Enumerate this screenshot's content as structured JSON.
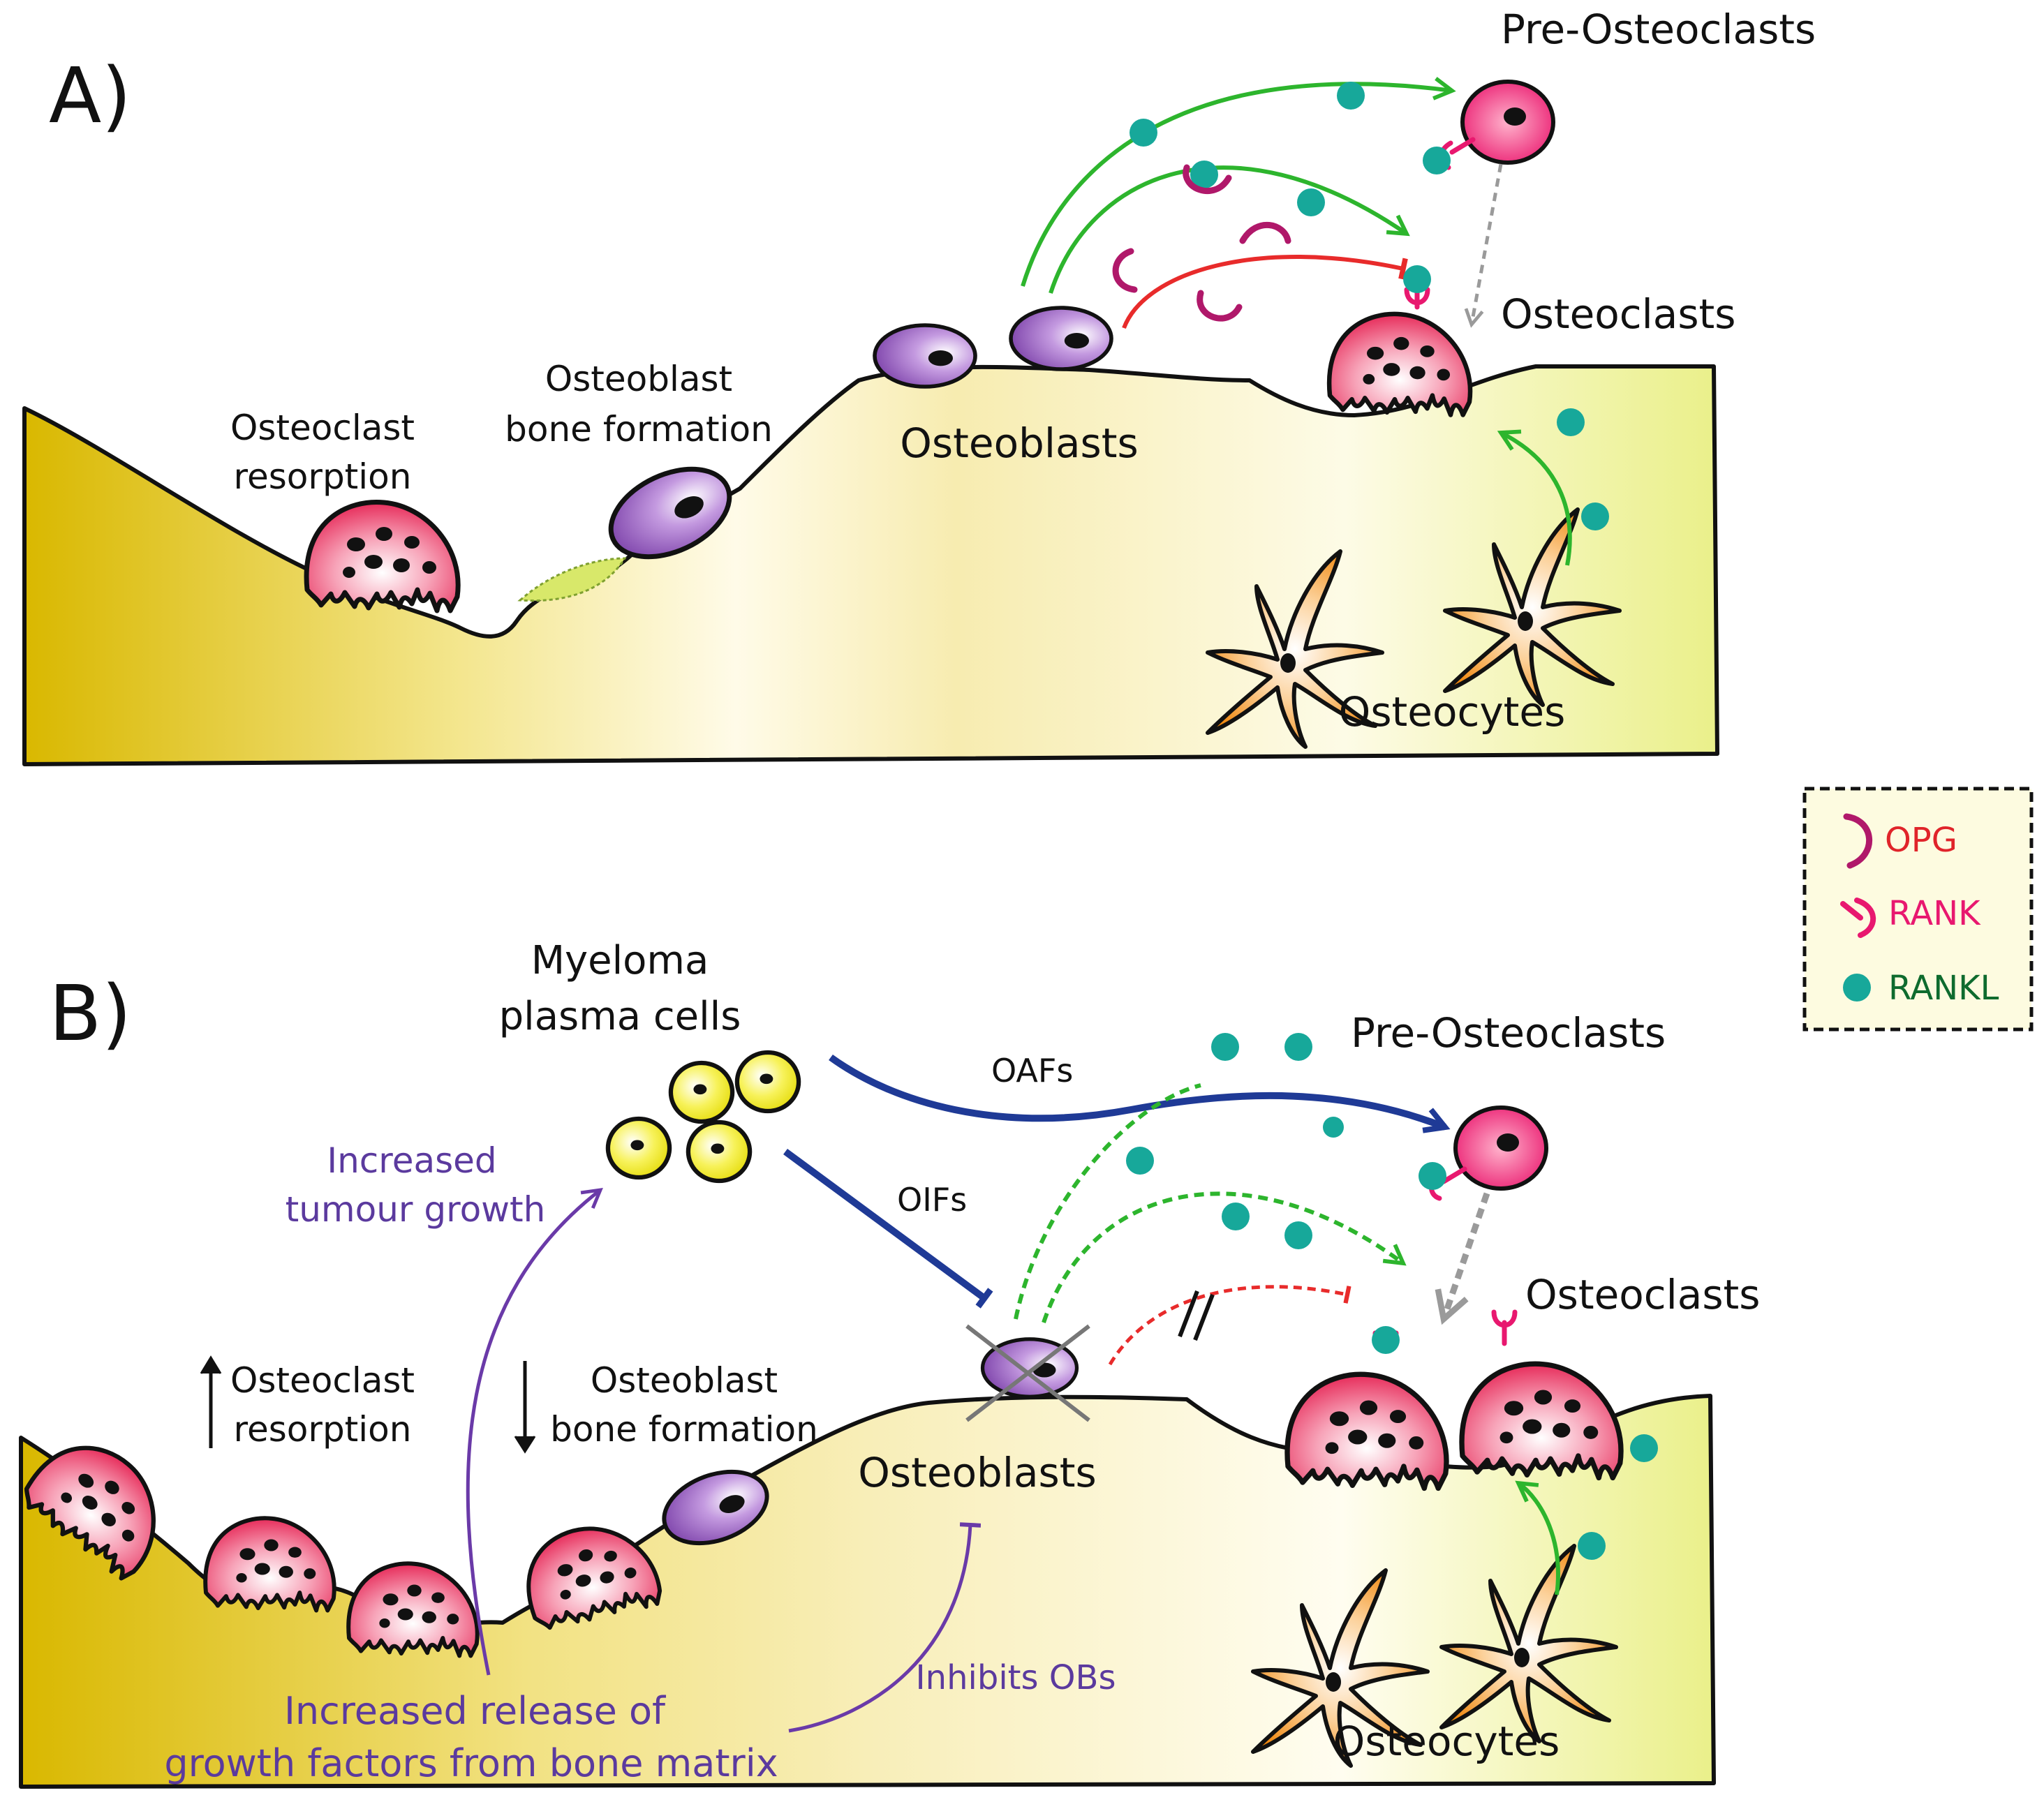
{
  "panelA": {
    "label": "A)",
    "pre_osteoclasts": "Pre-Osteoclasts",
    "osteoclasts": "Osteoclasts",
    "osteoblasts": "Osteoblasts",
    "osteocytes": "Osteocytes",
    "osteoclast_resorption_1": "Osteoclast",
    "osteoclast_resorption_2": "resorption",
    "osteoblast_formation_1": "Osteoblast",
    "osteoblast_formation_2": "bone formation"
  },
  "panelB": {
    "label": "B)",
    "myeloma_1": "Myeloma",
    "myeloma_2": "plasma cells",
    "oafs": "OAFs",
    "oifs": "OIFs",
    "pre_osteoclasts": "Pre-Osteoclasts",
    "osteoclasts": "Osteoclasts",
    "osteoblasts": "Osteoblasts",
    "osteocytes": "Osteocytes",
    "osteoclast_resorption_1": "Osteoclast",
    "osteoclast_resorption_2": "resorption",
    "osteoblast_formation_1": "Osteoblast",
    "osteoblast_formation_2": "bone formation",
    "increased_tumour_1": "Increased",
    "increased_tumour_2": "tumour growth",
    "release_1": "Increased release of",
    "release_2": "growth factors from bone matrix",
    "inhibits_obs": "Inhibits OBs"
  },
  "legend": {
    "opg": "OPG",
    "rank": "RANK",
    "rankl": "RANKL"
  },
  "colors": {
    "bone_dark": "#d9b800",
    "bone_light": "#fdf6cf",
    "osteoclast": "#e8245a",
    "osteoblast": "#9b5fc0",
    "osteocyte": "#f08a12",
    "myeloma": "#f2ec1a",
    "rankl": "#17a89a",
    "opg": "#b0186a",
    "rank": "#e8186f",
    "activation_arrow": "#2db52d",
    "inhibition_arrow": "#e82b2b",
    "oaf_arrow": "#1f3a96",
    "purple_text": "#5b3a9e"
  }
}
